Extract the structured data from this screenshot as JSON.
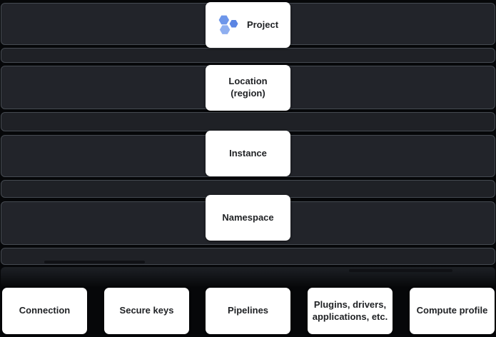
{
  "hierarchy": {
    "levels": [
      {
        "id": "project",
        "label": "Project",
        "icon": "project-hexagons-icon"
      },
      {
        "id": "location",
        "label": "Location (region)"
      },
      {
        "id": "instance",
        "label": "Instance"
      },
      {
        "id": "namespace",
        "label": "Namespace"
      }
    ],
    "namespace_items": [
      {
        "label": "Connection"
      },
      {
        "label": "Secure keys"
      },
      {
        "label": "Pipelines"
      },
      {
        "label": "Plugins, drivers, applications, etc."
      },
      {
        "label": "Compute profile"
      }
    ]
  },
  "colors": {
    "page_background": "#060709",
    "band_fill": "#22242a",
    "band_fill_thin": "#1f2126",
    "band_border": "#454a51",
    "node_background": "#ffffff",
    "node_text": "#1f2124",
    "hexagon_blue_top_left": "#6d96ea",
    "hexagon_blue_right": "#5b85e3",
    "hexagon_blue_bottom_left": "#8faff0"
  }
}
